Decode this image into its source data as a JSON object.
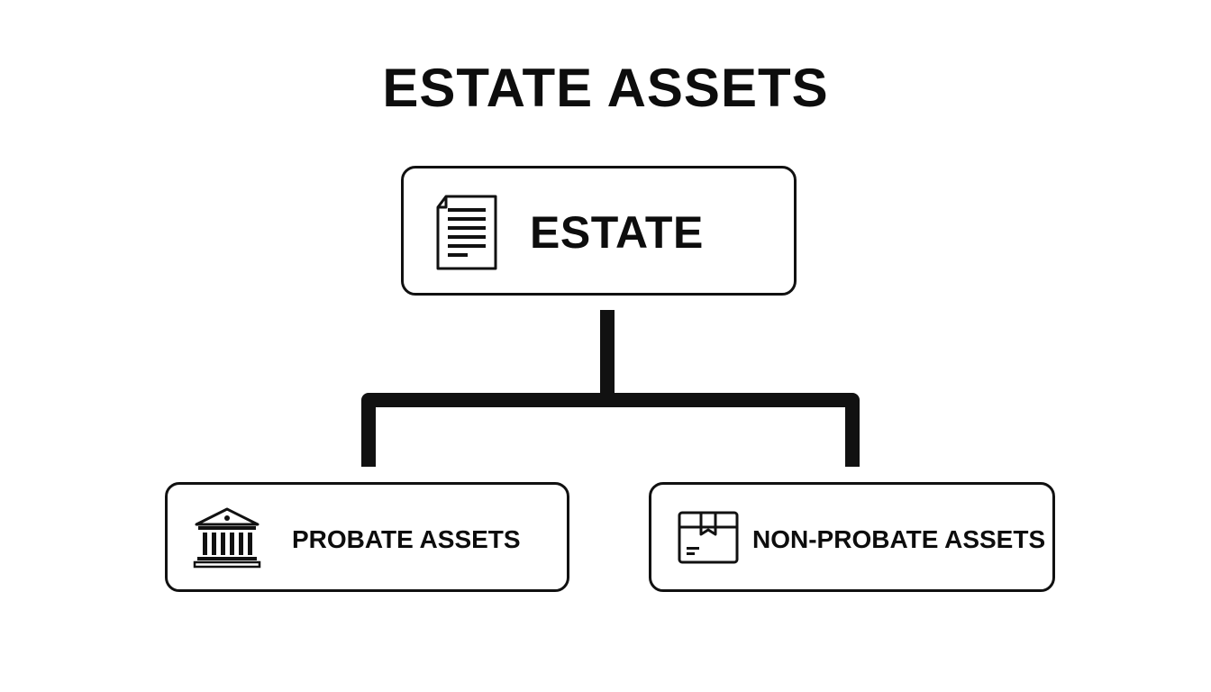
{
  "diagram": {
    "title": "ESTATE ASSETS",
    "root": {
      "label": "ESTATE",
      "icon": "document-icon"
    },
    "children": [
      {
        "label": "PROBATE ASSETS",
        "icon": "bank-building-icon"
      },
      {
        "label": "NON-PROBATE ASSETS",
        "icon": "package-box-icon"
      }
    ]
  },
  "colors": {
    "background": "#ffffff",
    "stroke": "#111111",
    "text": "#0d0d0d"
  }
}
